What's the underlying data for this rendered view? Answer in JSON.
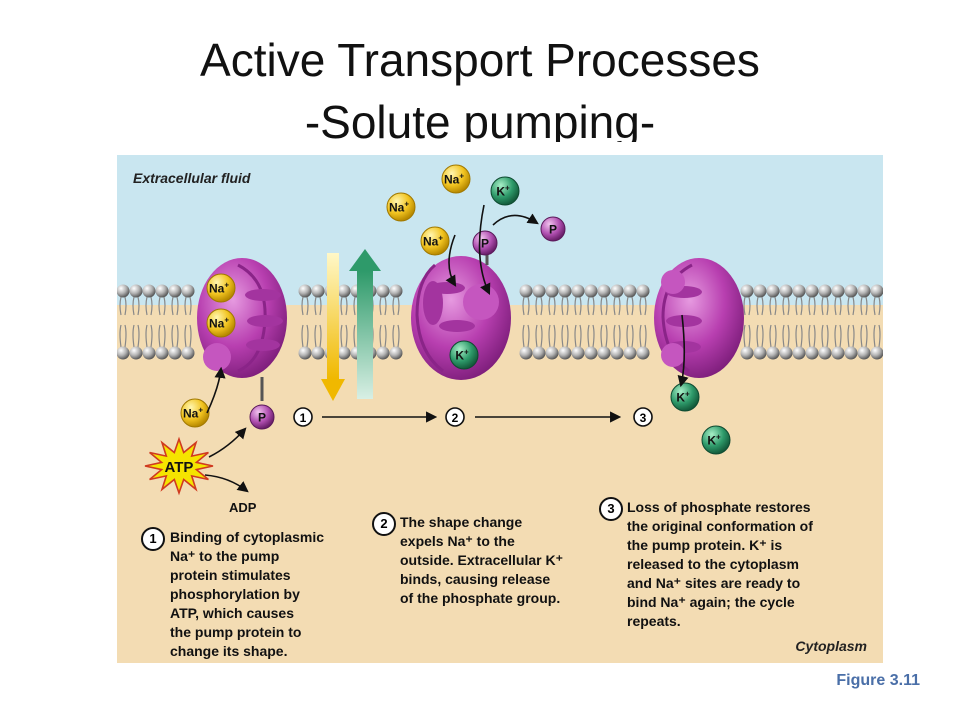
{
  "title_line1": "Active Transport Processes",
  "title_line2": "-Solute pumping-",
  "labels": {
    "extracellular": "Extracellular fluid",
    "cytoplasm": "Cytoplasm",
    "na": "Na",
    "k": "K",
    "plus": "+",
    "p": "P",
    "atp": "ATP",
    "adp": "ADP"
  },
  "steps": [
    {
      "num": "1",
      "text": "Binding of cytoplasmic\nNa⁺ to the pump\nprotein stimulates\nphosphorylation by\nATP, which causes\nthe pump protein to\nchange its shape."
    },
    {
      "num": "2",
      "text": "The shape change\nexpels Na⁺ to the\noutside. Extracellular K⁺\nbinds, causing release\nof the phosphate group."
    },
    {
      "num": "3",
      "text": "Loss of phosphate restores\nthe original conformation of\nthe pump protein. K⁺ is\nreleased to the cytoplasm\nand Na⁺ sites are ready to\nbind Na⁺ again; the cycle\nrepeats."
    }
  ],
  "figure_caption": "Figure 3.11",
  "colors": {
    "extracellular": "#c9e6f0",
    "cytoplasm": "#f3dcb3",
    "pump": "#b83fb0",
    "sodium": "#f2c420",
    "potassium": "#2e9a6a",
    "phosphate": "#b04fb0"
  }
}
